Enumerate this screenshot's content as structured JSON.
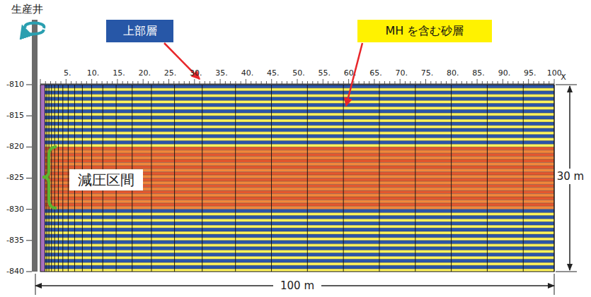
{
  "diagram": {
    "nodes": [
      {
        "text": [
          "上部層"
        ]
      },
      {
        "text": [
          "MH を含む砂層"
        ]
      }
    ],
    "labels": [
      "生産井",
      "5.",
      "10.",
      "15.",
      "20.",
      "25.",
      "30.",
      "35.",
      "40.",
      "45.",
      "50.",
      "55.",
      "60.",
      "65.",
      "70.",
      "75.",
      "80.",
      "85.",
      "90.",
      "95.",
      "100.",
      "X",
      "-810",
      "-815",
      "-820",
      "-825",
      "-830",
      "-835",
      "-840",
      "減圧区間",
      "30 m",
      "100 m"
    ]
  }
}
